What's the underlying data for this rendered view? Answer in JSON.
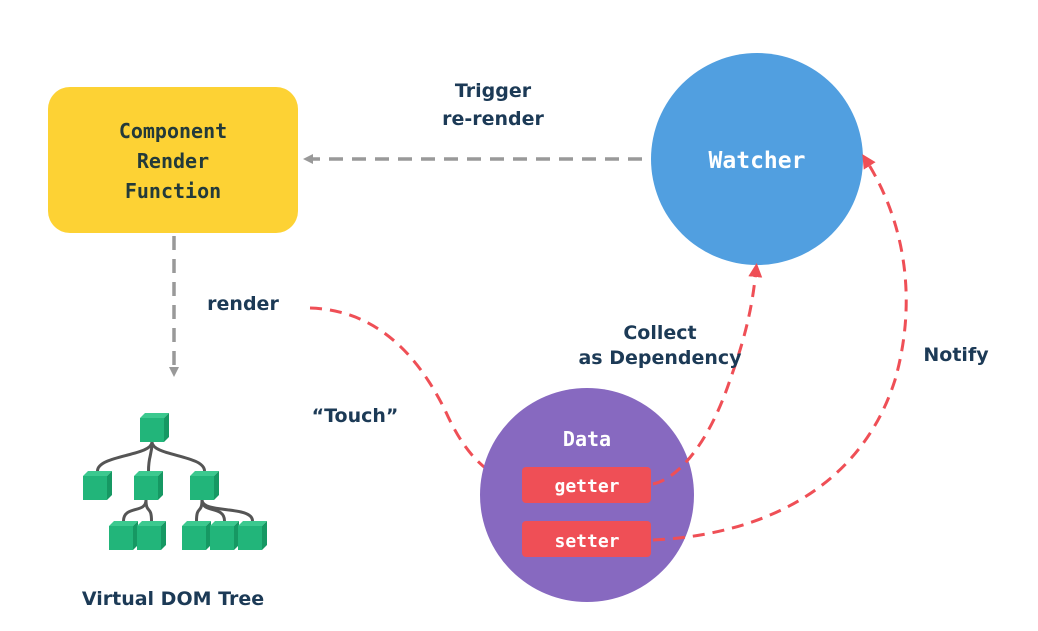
{
  "diagram": {
    "title": "Vue reactivity data flow",
    "colors": {
      "component": "#fdd234",
      "watcher": "#519fe0",
      "data": "#8769c0",
      "accessor": "#ef4f56",
      "cube": "#22b57a",
      "cube_side": "#169863",
      "edge_gray": "#999999",
      "edge_red": "#ef4f56",
      "label_text": "#1c3a56",
      "node_text_dark": "#233a3a",
      "node_text_light": "#ffffff"
    },
    "nodes": {
      "component": {
        "lines": [
          "Component",
          "Render",
          "Function"
        ],
        "shape": "rounded-rect"
      },
      "watcher": {
        "label": "Watcher",
        "shape": "circle"
      },
      "data": {
        "label": "Data",
        "shape": "circle",
        "getter": "getter",
        "setter": "setter"
      },
      "vdom": {
        "label": "Virtual DOM Tree",
        "icon": "tree-icon"
      }
    },
    "edges": {
      "trigger": {
        "lines": [
          "Trigger",
          "re-render"
        ],
        "from": "watcher",
        "to": "component",
        "style": "dashed-gray"
      },
      "render": {
        "label": "render",
        "from": "component",
        "to": "vdom",
        "style": "dashed-gray"
      },
      "touch": {
        "label": "“Touch”",
        "from": "render",
        "to": "getter",
        "style": "dashed-red"
      },
      "collect": {
        "lines": [
          "Collect",
          "as Dependency"
        ],
        "from": "getter",
        "to": "watcher",
        "style": "dashed-red"
      },
      "notify": {
        "label": "Notify",
        "from": "setter",
        "to": "watcher",
        "style": "dashed-red"
      }
    }
  }
}
